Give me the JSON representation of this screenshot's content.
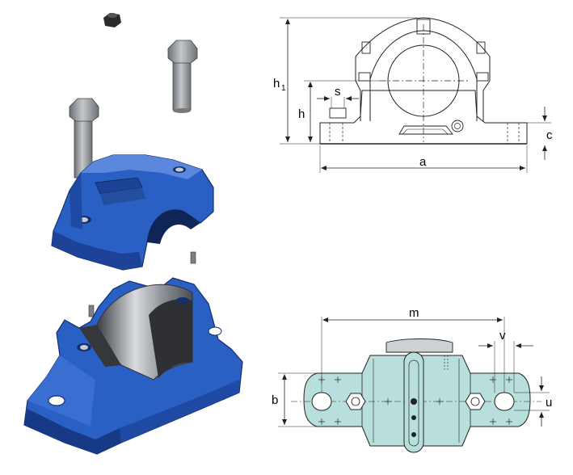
{
  "colors": {
    "housing_blue": "#2a5fc4",
    "housing_dark": "#173a86",
    "housing_light": "#5b88dc",
    "bolt_gray": "#9aa0a6",
    "plan_fill": "#b9dfdc",
    "line": "#222222"
  },
  "front_view": {
    "labels": {
      "h1_main": "h",
      "h1_sub": "1",
      "h": "h",
      "s": "s",
      "c": "c",
      "a": "a"
    }
  },
  "plan_view": {
    "labels": {
      "m": "m",
      "v": "v",
      "b": "b",
      "u": "u"
    }
  }
}
